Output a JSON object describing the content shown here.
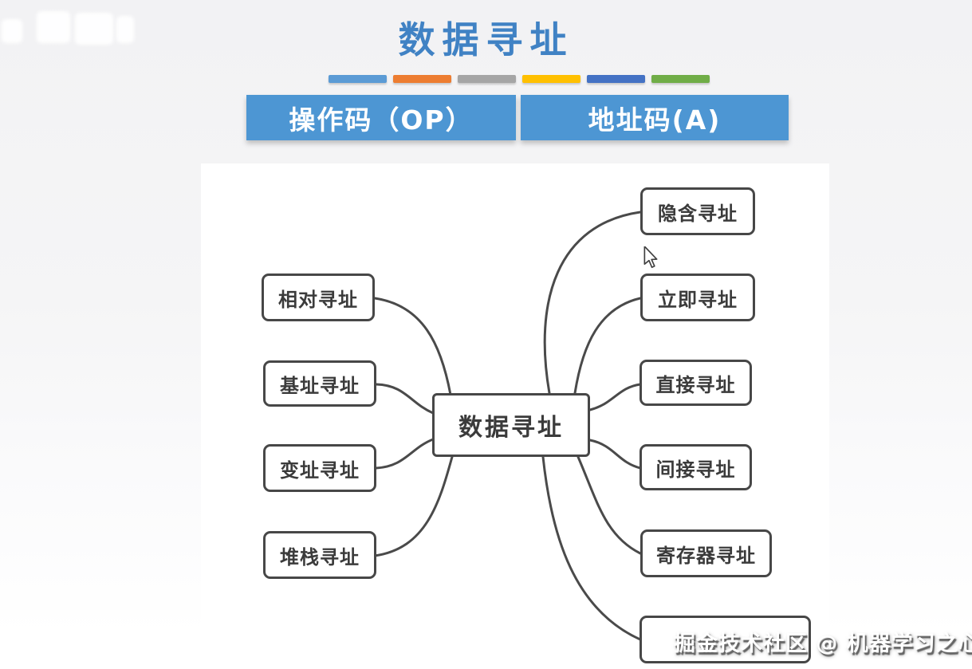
{
  "title": "数据寻址",
  "accent_bar": {
    "colors": [
      "#5b9bd5",
      "#ed7d31",
      "#a5a5a5",
      "#ffc000",
      "#4472c4",
      "#70ad47"
    ]
  },
  "instruction_fields": [
    {
      "label": "操作码（OP）"
    },
    {
      "label": "地址码(A)"
    }
  ],
  "mindmap": {
    "root_label": "数据寻址",
    "left_nodes": [
      {
        "label": "相对寻址"
      },
      {
        "label": "基址寻址"
      },
      {
        "label": "变址寻址"
      },
      {
        "label": "堆栈寻址"
      }
    ],
    "right_nodes": [
      {
        "label": "隐含寻址"
      },
      {
        "label": "立即寻址"
      },
      {
        "label": "直接寻址"
      },
      {
        "label": "间接寻址"
      },
      {
        "label": "寄存器寻址"
      },
      {
        "label": ""
      }
    ]
  },
  "watermark_bottom": "掘金技术社区 @ 机器学习之心AI",
  "colors": {
    "page_bg": "#f2f2f4",
    "panel_bg": "#ffffff",
    "title_text": "#4082c4",
    "header_field_bg": "#4d96d3",
    "node_border": "#474747",
    "connector_line": "#4a4a4a"
  }
}
